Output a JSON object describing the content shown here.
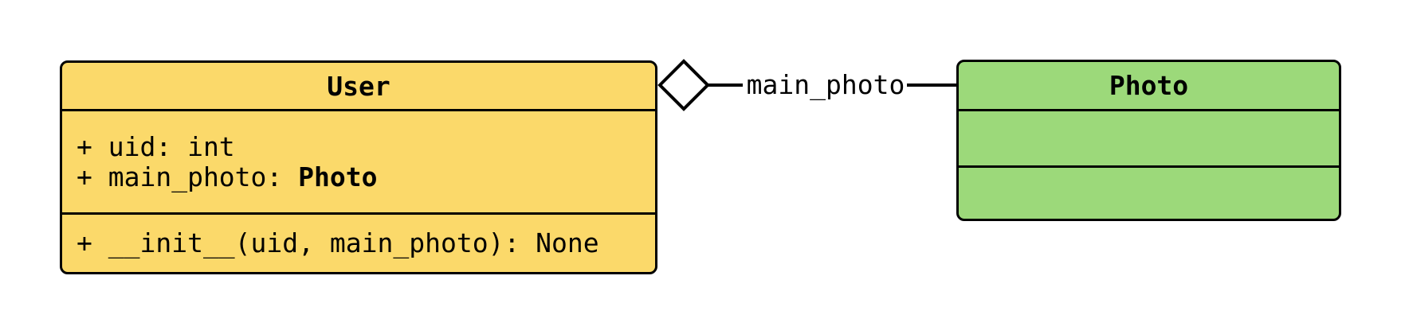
{
  "diagram": {
    "kind": "uml-class-diagram",
    "classes": {
      "user": {
        "title": "User",
        "fill": "#FBD96A",
        "attributes": [
          {
            "text": "+ uid: int",
            "type": ""
          },
          {
            "text": "+ main_photo: ",
            "type": "Photo"
          }
        ],
        "methods": [
          {
            "text": "+ __init__(uid, main_photo): None"
          }
        ]
      },
      "photo": {
        "title": "Photo",
        "fill": "#9CD97A",
        "attributes": [],
        "methods": []
      }
    },
    "relationship": {
      "type": "aggregation",
      "label": "main_photo",
      "diamond_fill": "#FFFFFF",
      "line_color": "#000000"
    },
    "colors": {
      "background": "#FFFFFF",
      "border": "#000000",
      "text": "#000000"
    }
  }
}
